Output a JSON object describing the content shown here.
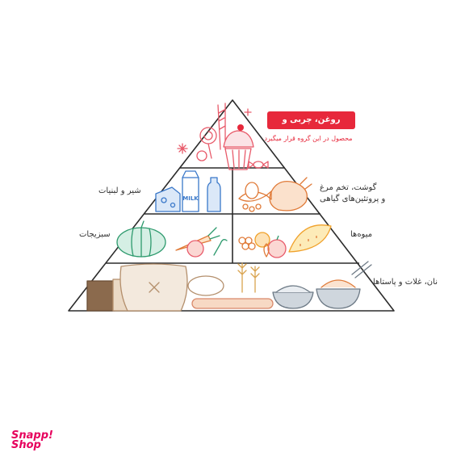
{
  "pyramid": {
    "tiers": [
      {
        "id": "oils-sweets",
        "title": "روغن، چربی و شیرینی",
        "subtitle": "محصول در این گروه قرار میگیرد",
        "color": "#e7283b",
        "icons": [
          "candy-cane-icon",
          "cupcake-icon",
          "lollipop-icon",
          "wrapped-candy-icon",
          "sparkle-icon"
        ]
      },
      {
        "id": "dairy",
        "label": "شیر و لبنیات",
        "milk_label": "MILK",
        "icons": [
          "cheese-icon",
          "milk-carton-icon",
          "milk-bottle-icon"
        ]
      },
      {
        "id": "protein",
        "label_line1": "گوشت، تخم مرغ",
        "label_line2": "و پروتئین‌های گیاهی",
        "icons": [
          "fish-icon",
          "roast-chicken-icon",
          "egg-icon",
          "beans-icon"
        ]
      },
      {
        "id": "vegetables",
        "label": "سبزیجات",
        "icons": [
          "pumpkin-icon",
          "carrot-icon",
          "tomato-icon"
        ]
      },
      {
        "id": "fruits",
        "label": "میوه‌ها",
        "icons": [
          "grapes-icon",
          "apple-icon",
          "orange-icon",
          "pear-icon",
          "melon-icon"
        ]
      },
      {
        "id": "grains",
        "label": "نان، غلات و پاستاها",
        "icons": [
          "bread-loaf-icon",
          "flour-sack-icon",
          "bread-rolls-icon",
          "wheat-icon",
          "rice-bowl-icon",
          "pasta-bowl-icon"
        ]
      }
    ]
  },
  "brand": {
    "line1": "Snapp!",
    "line2": "Shop",
    "color": "#e6005c"
  }
}
